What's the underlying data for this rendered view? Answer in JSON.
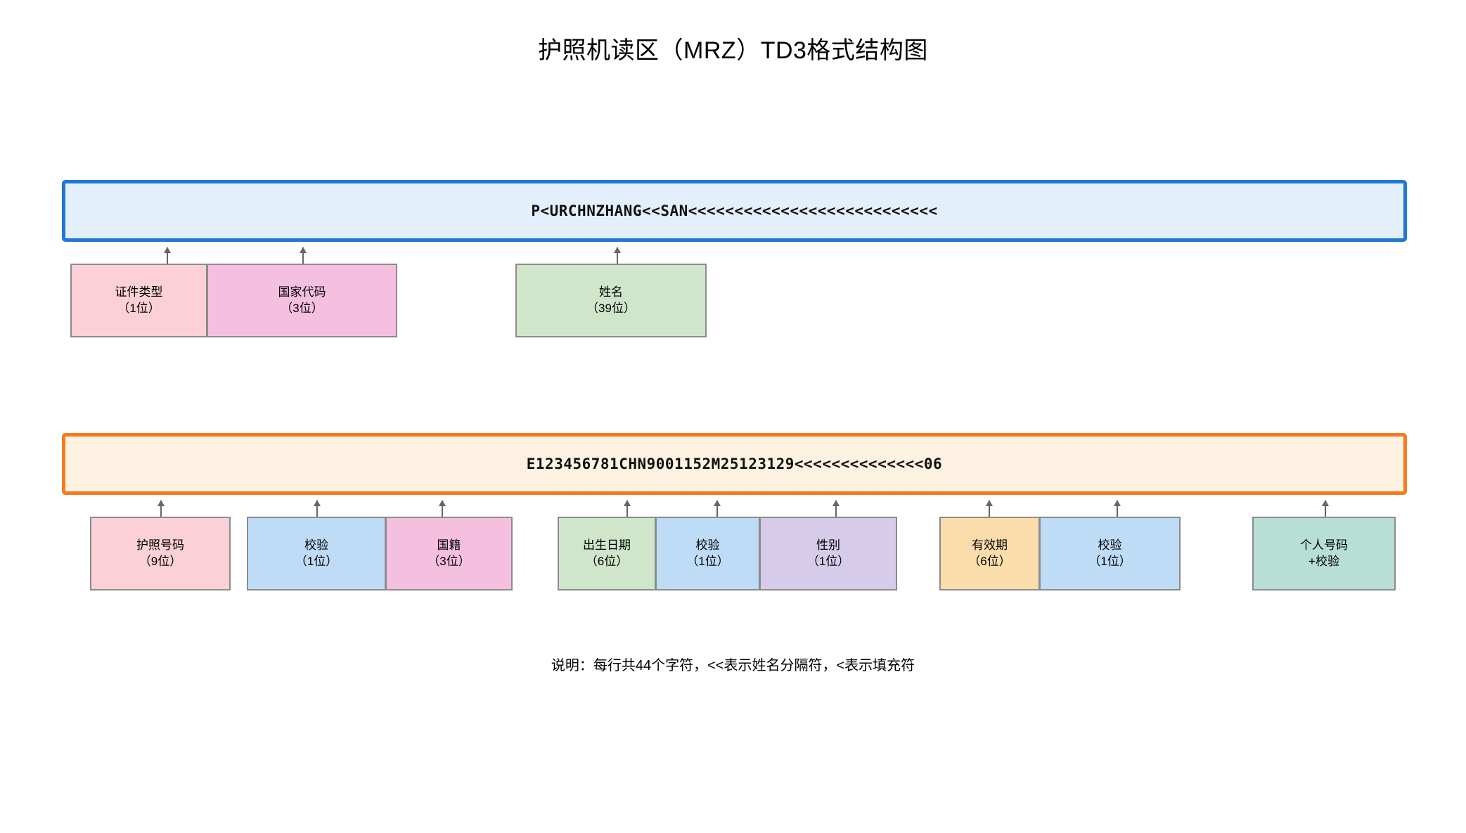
{
  "title": "护照机读区（MRZ）TD3格式结构图",
  "note": "说明：每行共44个字符，<<表示姓名分隔符，<表示填充符",
  "colors": {
    "line1_border": "#1f78d1",
    "line1_fill": "#e3f0fb",
    "line2_border": "#f47b20",
    "line2_fill": "#fdf1e1",
    "box_border": "#8b8b8b",
    "arrow": "#666666",
    "pink_light": "#fbd0d6",
    "pink_dark": "#f5c0e0",
    "green": "#cfe6cb",
    "blue": "#bfdcf7",
    "purple": "#d6cce9",
    "orange": "#fbdcab",
    "teal": "#b7dfd6"
  },
  "lines": [
    {
      "id": "line1",
      "text": "P<URCHNZHANG<<SAN<<<<<<<<<<<<<<<<<<<<<<<<<<<"
    },
    {
      "id": "line2",
      "text": "E123456781CHN9001152M25123129<<<<<<<<<<<<<<06"
    }
  ],
  "row1_fields": [
    {
      "name": "证件类型",
      "bits": "（1位）",
      "color": "#fbd0d6"
    },
    {
      "name": "国家代码",
      "bits": "（3位）",
      "color": "#f5c0e0"
    },
    {
      "name": "姓名",
      "bits": "（39位）",
      "color": "#cfe6cb"
    }
  ],
  "row2_fields": [
    {
      "name": "护照号码",
      "bits": "（9位）",
      "color": "#fbd0d6"
    },
    {
      "name": "校验",
      "bits": "（1位）",
      "color": "#bfdcf7"
    },
    {
      "name": "国籍",
      "bits": "（3位）",
      "color": "#f5c0e0"
    },
    {
      "name": "出生日期",
      "bits": "（6位）",
      "color": "#cfe6cb"
    },
    {
      "name": "校验",
      "bits": "（1位）",
      "color": "#bfdcf7"
    },
    {
      "name": "性别",
      "bits": "（1位）",
      "color": "#d6cce9"
    },
    {
      "name": "有效期",
      "bits": "（6位）",
      "color": "#fbdcab"
    },
    {
      "name": "校验",
      "bits": "（1位）",
      "color": "#bfdcf7"
    },
    {
      "name": "个人号码",
      "bits": "+校验",
      "color": "#b7dfd6"
    }
  ]
}
